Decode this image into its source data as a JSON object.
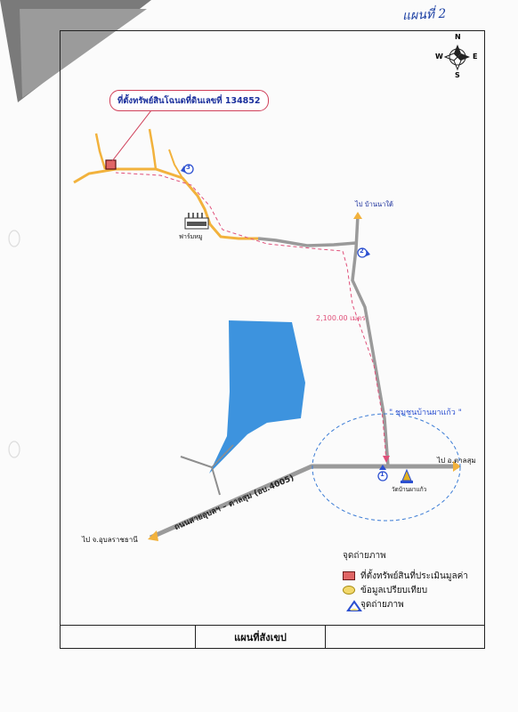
{
  "handwritten_note": "แผนที่ 2",
  "compass": {
    "n": "N",
    "s": "S",
    "e": "E",
    "w": "W"
  },
  "parcel_label": "ที่ตั้งทรัพย์สินโฉนดที่ดินเลขที่ 134852",
  "places": {
    "farm": "ฟาร์มหมู",
    "to_ban_na_tai": "ไป บ้านนาใต้",
    "community": "\" ชุมชนบ้านผาแก้ว \"",
    "temple": "วัดบ้านผาแก้ว",
    "to_tan_sum": "ไป อ.ตาลสุม",
    "to_ubon": "ไป จ.อุบลราชธานี",
    "main_road": "ถนนสายอุบลฯ – ตาลสุม (อบ.4005)"
  },
  "distance": "2,100.00 เมตร",
  "photo_points": [
    "1",
    "2",
    "3"
  ],
  "legend": {
    "title": "จุดถ่ายภาพ",
    "items": [
      {
        "label": "ที่ตั้งทรัพย์สินที่ประเมินมูลค่า",
        "color": "#e06565"
      },
      {
        "label": "ข้อมูลเปรียบเทียบ",
        "color": "#f2d86b"
      },
      {
        "label": "จุดถ่ายภาพ",
        "color": "#2b4fd0"
      }
    ]
  },
  "footer_title": "แผนที่สังเขป",
  "colors": {
    "road_gray": "#9a9a9a",
    "road_orange": "#f2b23c",
    "water": "#3d93de",
    "route_dashed": "#e0507a",
    "label_blue": "#1a2f9c"
  }
}
